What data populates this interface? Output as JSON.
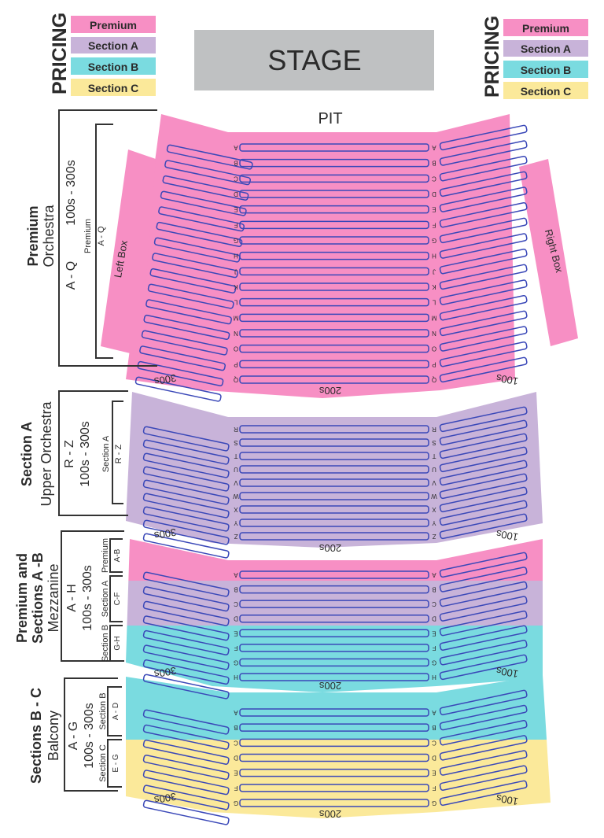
{
  "colors": {
    "premium": "#f78fc4",
    "section_a": "#c8b3d9",
    "section_b": "#7adbe0",
    "section_c": "#fbe99a",
    "stage": "#bfc1c2",
    "seat_stroke": "#3a48b8",
    "text": "#2b2b2b"
  },
  "pricing": {
    "title": "PRICING",
    "items": [
      "Premium",
      "Section A",
      "Section B",
      "Section C"
    ]
  },
  "stage": "STAGE",
  "pit": "PIT",
  "boxes": {
    "left": "Left Box",
    "right": "Right Box"
  },
  "block_labels": {
    "left": "300s",
    "center": "200s",
    "right": "100s"
  },
  "levels": [
    {
      "name": "Premium",
      "sub": "Orchestra",
      "rows": "A - Q",
      "seats": "100s - 300s",
      "parts": [
        {
          "section": "Premium",
          "rows": "A - Q"
        }
      ],
      "row_letters": [
        "A",
        "B",
        "C",
        "D",
        "E",
        "F",
        "G",
        "H",
        "J",
        "K",
        "L",
        "M",
        "N",
        "O",
        "P",
        "Q"
      ]
    },
    {
      "name": "Section A",
      "sub": "Upper Orchestra",
      "rows": "R - Z",
      "seats": "100s - 300s",
      "parts": [
        {
          "section": "Section A",
          "rows": "R - Z"
        }
      ],
      "row_letters": [
        "R",
        "S",
        "T",
        "U",
        "V",
        "W",
        "X",
        "Y",
        "Z"
      ]
    },
    {
      "name": "Premium and",
      "name2": "Sections A -B",
      "sub": "Mezzanine",
      "rows": "A - H",
      "seats": "100s - 300s",
      "parts": [
        {
          "section": "Premium",
          "rows": "A-B"
        },
        {
          "section": "Section A",
          "rows": "C-F"
        },
        {
          "section": "Section B",
          "rows": "G-H"
        }
      ],
      "row_letters": [
        "A",
        "B",
        "C",
        "D",
        "E",
        "F",
        "G",
        "H"
      ]
    },
    {
      "name": "Sections B - C",
      "sub": "Balcony",
      "rows": "A - G",
      "seats": "100s - 300s",
      "parts": [
        {
          "section": "Section B",
          "rows": "A - D"
        },
        {
          "section": "Section C",
          "rows": "E - G"
        }
      ],
      "row_letters": [
        "A",
        "B",
        "C",
        "D",
        "E",
        "F",
        "G"
      ]
    }
  ]
}
